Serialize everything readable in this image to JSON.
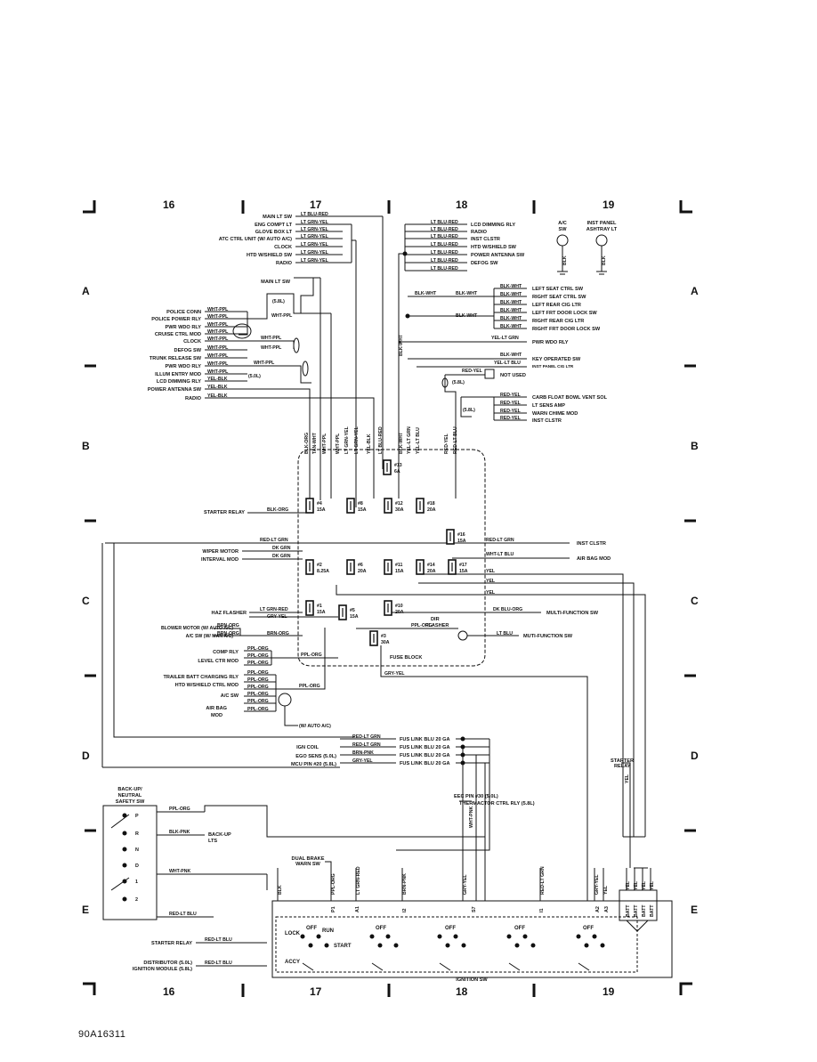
{
  "columns": [
    "16",
    "17",
    "18",
    "19"
  ],
  "rows": [
    "A",
    "B",
    "C",
    "D",
    "E"
  ],
  "figure_id": "90A16311",
  "fuse_block_label": "FUSE BLOCK",
  "ignition_switch_label": "IGNITION SW",
  "left_labels": [
    "MAIN LT SW",
    "ENG COMPT LT",
    "GLOVE BOX LT",
    "ATC CTRL UNIT (W/ AUTO A/C)",
    "CLOCK",
    "HTD W/SHIELD SW",
    "RADIO",
    "MAIN LT SW",
    "POLICE CONN",
    "POLICE POWER RLY",
    "PWR WDO RLY",
    "CRUISE CTRL MOD",
    "CLOCK",
    "DEFOG SW",
    "TRUNK RELEASE SW",
    "PWR WDO RLY",
    "ILLUM ENTRY MOD",
    "LCD DIMMING RLY",
    "POWER ANTENNA SW",
    "RADIO",
    "STARTER RELAY",
    "WIPER MOTOR",
    "INTERVAL MOD",
    "HAZ FLASHER",
    "BLOWER MOTOR (W/ AUTO A/C)",
    "A/C SW (W/ MAN A/C)",
    "COMP RLY",
    "LEVEL CTR MOD",
    "TRAILER BATT CHARGING RLY",
    "HTD W/SHIELD CTRL MOD",
    "A/C SW",
    "AIR BAG",
    "MOD",
    "IGN COIL",
    "EGO SENS (5.0L)",
    "MCU PIN #20 (5.8L)",
    "BACK-UP/",
    "NEUTRAL",
    "SAFETY SW",
    "STARTER RELAY",
    "DISTRIBUTOR (5.0L)",
    "IGNITION MODULE (5.8L)"
  ],
  "right_labels": [
    "LCD DIMMING RLY",
    "RADIO",
    "INST CLSTR",
    "HTD W/SHIELD SW",
    "POWER ANTENNA SW",
    "DEFOG SW",
    "LEFT SEAT CTRL SW",
    "RIGHT SEAT CTRL SW",
    "LEFT REAR CIG LTR",
    "LEFT FRT DOOR LOCK SW",
    "RIGHT REAR CIG LTR",
    "RIGHT FRT DOOR LOCK SW",
    "PWR WDO RLY",
    "KEY OPERATED SW",
    "INST PANEL CIG LTR",
    "NOT USED",
    "CARB FLOAT BOWL VENT SOL",
    "LT SENS AMP",
    "WARN CHIME MOD",
    "INST CLSTR",
    "INST CLSTR",
    "AIR BAG MOD",
    "MULTI-FUNCTION SW",
    "MUTI-FUNCTION SW",
    "A/C",
    "SW",
    "INST PANEL",
    "ASHTRAY LT",
    "STARTER",
    "RELAY",
    "EEC PIN #30 (5.0L)",
    "THERMACTOR CTRL RLY (5.8L)",
    "DUAL BRAKE",
    "WARN SW",
    "BACK-UP",
    "LTS",
    "DIR",
    "FLASHER"
  ],
  "fuses": [
    {
      "id": "#4",
      "rating": "15A"
    },
    {
      "id": "#8",
      "rating": "15A"
    },
    {
      "id": "#12",
      "rating": "30A"
    },
    {
      "id": "#18",
      "rating": "20A"
    },
    {
      "id": "#13",
      "rating": "6A"
    },
    {
      "id": "#16",
      "rating": "15A"
    },
    {
      "id": "#2",
      "rating": "8.25A"
    },
    {
      "id": "#6",
      "rating": "20A"
    },
    {
      "id": "#11",
      "rating": "15A"
    },
    {
      "id": "#14",
      "rating": "20A"
    },
    {
      "id": "#17",
      "rating": "15A"
    },
    {
      "id": "#1",
      "rating": "15A"
    },
    {
      "id": "#5",
      "rating": "15A"
    },
    {
      "id": "#10",
      "rating": "20A"
    },
    {
      "id": "#3",
      "rating": "30A"
    }
  ],
  "fuse_links": [
    "FUS LINK BLU 20 GA",
    "FUS LINK BLU 20 GA",
    "FUS LINK BLU 20 GA",
    "FUS LINK BLU 20 GA"
  ],
  "wire_colors": [
    "LT BLU-RED",
    "LT GRN-YEL",
    "BLK-WHT",
    "WHT-PPL",
    "YEL-BLK",
    "BLK-ORG",
    "TAN-WHT",
    "LT GRN-YEL",
    "RED-LT GRN",
    "DK GRN",
    "GRY-YEL",
    "BRN-ORG",
    "PPL-ORG",
    "DK BLU-ORG",
    "LT BLU",
    "YEL",
    "WHT-LT BLU",
    "YEL-LT GRN",
    "YEL-LT BLU",
    "RED-YEL",
    "RED-LT BLU",
    "BRN-PNK",
    "BLK-PNK",
    "WHT-PNK",
    "LT GRN-RED",
    "BLK"
  ],
  "engine_notes": [
    "(5.8L)",
    "(5.0L)",
    "(W/ AUTO A/C)"
  ],
  "ignition_positions": [
    "LOCK",
    "OFF",
    "RUN",
    "START",
    "ACCY"
  ],
  "ignition_pins": [
    "P1",
    "A1",
    "I2",
    "S7",
    "I1",
    "A2",
    "A3"
  ],
  "batt_pins": [
    "BATT",
    "BATT",
    "BATT",
    "BATT"
  ],
  "safety_sw_positions": [
    "P",
    "R",
    "N",
    "D",
    "1",
    "2"
  ]
}
